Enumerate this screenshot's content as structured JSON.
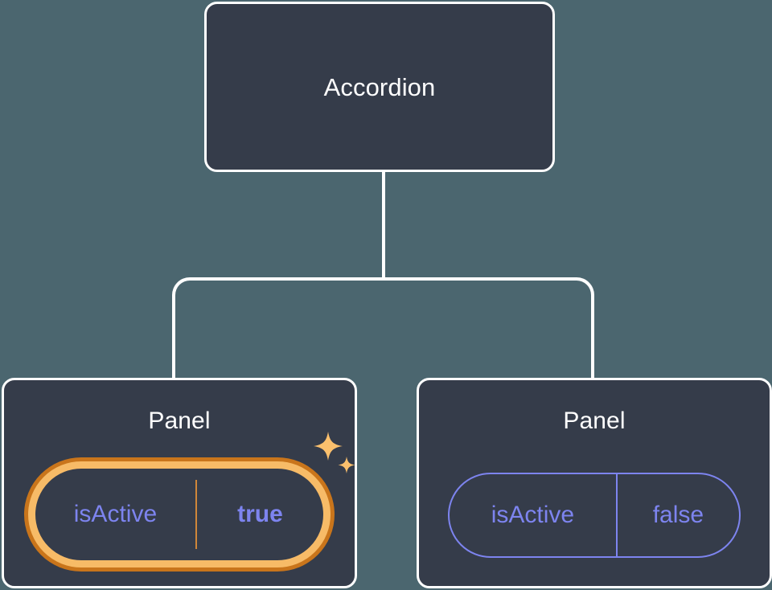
{
  "diagram": {
    "type": "component-tree",
    "root": {
      "label": "Accordion"
    },
    "children": [
      {
        "label": "Panel",
        "highlighted": true,
        "prop": {
          "key": "isActive",
          "value": "true"
        }
      },
      {
        "label": "Panel",
        "highlighted": false,
        "prop": {
          "key": "isActive",
          "value": "false"
        }
      }
    ],
    "decorations": {
      "sparkle_icon": "sparkles-icon"
    },
    "colors": {
      "background": "#4b666f",
      "node_fill": "#353c4a",
      "node_border": "#ffffff",
      "node_text": "#ffffff",
      "prop_text": "#7d84ef",
      "prop_border": "#7d84ef",
      "highlight_inner": "#f7bb67",
      "highlight_outer": "#c9751b",
      "highlight_divider": "#d0873a",
      "sparkle": "#fbc06d"
    }
  }
}
